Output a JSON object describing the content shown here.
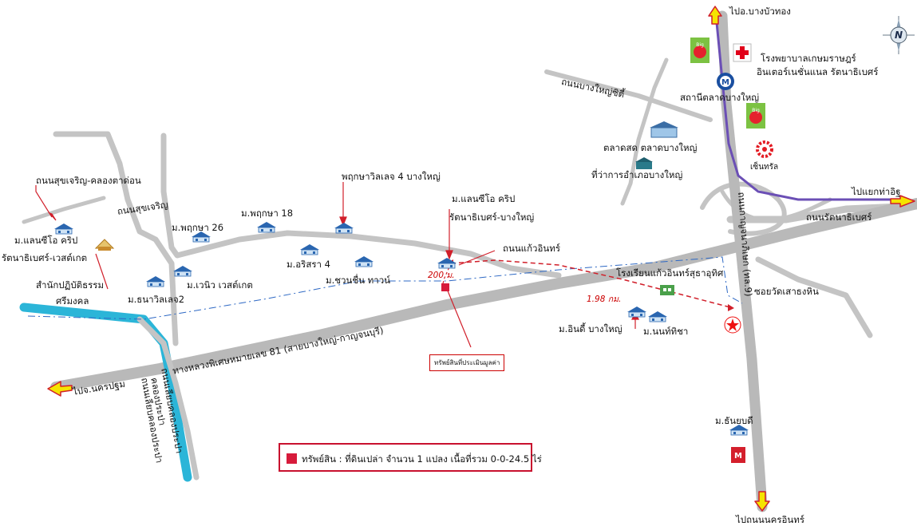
{
  "colors": {
    "road": "#c4c4c4",
    "highway": "#b9b9b9",
    "canal": "#2bb5d8",
    "purple_line": "#6b4fb5",
    "red_route": "#d11f2a",
    "blue_route": "#2d68c4",
    "arrow_fill": "#f5e400",
    "arrow_stroke": "#d11f2a",
    "house_roof": "#2a66b0",
    "legend_border": "#c8102e"
  },
  "icons": [
    "house-icon",
    "hospital-cross-icon",
    "metro-station-icon",
    "big-c-logo",
    "sainsburys-like-logo",
    "caltex-logo",
    "makro-logo",
    "temple-icon",
    "compass-icon",
    "map-arrow-icon"
  ],
  "labels": {
    "to_bangbuathong": "ไปอ.บางบัวทอง",
    "hospital": "โรงพยาบาลเกษมราษฎร์",
    "hospital_line2": "อินเตอร์เนชั่นแนล รัตนาธิเบศร์",
    "bang_yai_city_road": "ถนนบางใหญ่ซิตี้",
    "station": "สถานีตลาดบางใหญ่",
    "fresh_market": "ตลาดสด ตลาดบางใหญ่",
    "district_office": "ที่ว่าการอำเภอบางใหญ่",
    "homepro": "เซ็นทรัล",
    "to_thaiit": "ไปแยกท่าอิฐ",
    "rattanathibet_road": "ถนนรัตนาธิเบศร์",
    "kanchana_road": "ถนนกาญจนาภิเษก (ทล.9)",
    "soi_wat": "ซอยวัดเสาธงหิน",
    "sukcharoen_road_title": "ถนนสุขเจริญ-คลองตาด่อน",
    "sukcharoen_road": "ถนนสุขเจริญ",
    "land_west_1": "ม.แลนซีโอ คริป",
    "land_west_2": "รัตนาธิเบศร์-เวสต์เกต",
    "samnak_1": "สำนักปฏิบัติธรรม",
    "samnak_2": "ศรีมงคล",
    "pruksa26": "ม.พฤกษา 26",
    "pruksa18": "ม.พฤกษา 18",
    "pruksa_village4": "พฤกษาวิลเลจ 4 บางใหญ่",
    "arisara": "ม.อริสรา 4",
    "chuanchuen": "ม.ชวนชื่น ทาวน์",
    "venue": "ม.เวนิว เวสต์เกต",
    "thana": "ม.ธนาวิลเลจ2",
    "land_main_1": "ม.แลนซีโอ คริป",
    "land_main_2": "รัตนาธิเบศร์-บางใหญ่",
    "kaew_road": "ถนนแก้วอินทร์",
    "school": "โรงเรียนแก้วอินทร์สุธาอุทิศ",
    "dist_200": "200 ม.",
    "dist_198": "1.98 กม.",
    "indy": "ม.อินดี้ บางใหญ่",
    "nonthicha": "ม.นนท์ทิชา",
    "highway81": "ทางหลวงพิเศษหมายเลข 81 (สายบางใหญ่-กาญจนบุรี)",
    "property_box": "ทรัพย์สินที่ประเมินมูลค่า",
    "to_nakhonpathom": "ไปจ.นครปฐม",
    "liab_road": "ถนนเลียบคลองประปา",
    "canal": "คลองประปา",
    "thanyabadi": "ม.ธันยบดี",
    "to_nakhonin": "ไปถนนนครอินทร์",
    "compass": "N"
  },
  "legend": {
    "text": "ทรัพย์สิน : ที่ดินเปล่า จำนวน 1 แปลง  เนื้อที่รวม 0-0-24.5 ไร่"
  }
}
